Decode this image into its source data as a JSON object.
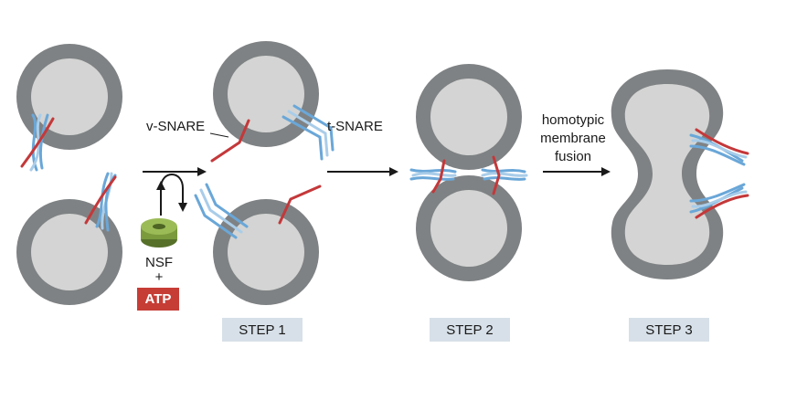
{
  "labels": {
    "v_snare": "v-SNARE",
    "t_snare": "t-SNARE",
    "nsf": "NSF",
    "plus": "+",
    "atp": "ATP",
    "fusion_line1": "homotypic",
    "fusion_line2": "membrane",
    "fusion_line3": "fusion"
  },
  "steps": [
    "STEP 1",
    "STEP 2",
    "STEP 3"
  ],
  "colors": {
    "membrane": "#7f8284",
    "lumen": "#d3d4d3",
    "v_snare": "#c4383a",
    "t_snare": "#6aa7d8",
    "t_snare_light": "#a9cde9",
    "atp_box": "#c63d36",
    "step_box": "#d7e0e8",
    "nsf": "#7a9a3c"
  }
}
